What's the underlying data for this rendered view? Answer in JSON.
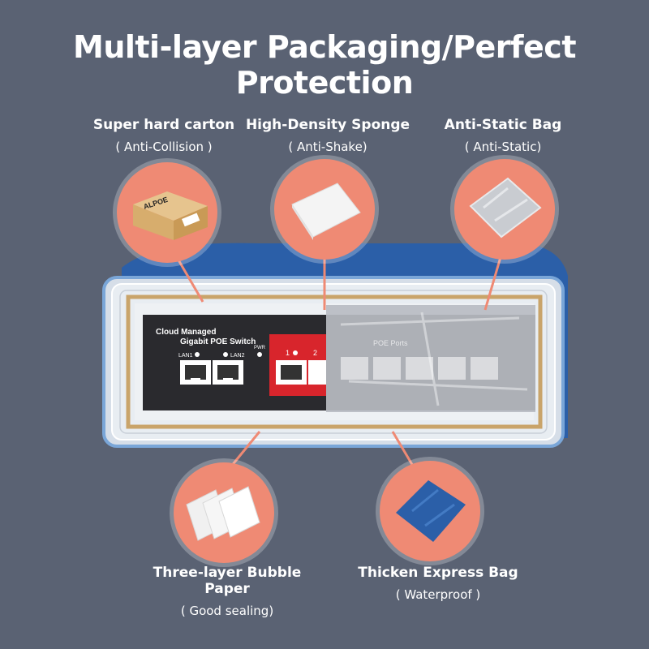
{
  "title": "Multi-layer Packaging/Perfect Protection",
  "layers": [
    {
      "name": "Super hard carton",
      "note": "( Anti-Collision )",
      "icon": "carton-box-icon"
    },
    {
      "name": "High-Density Sponge",
      "note": "( Anti-Shake)",
      "icon": "sponge-sheet-icon"
    },
    {
      "name": "Anti-Static Bag",
      "note": "( Anti-Static)",
      "icon": "anti-static-bag-icon"
    },
    {
      "name": "Three-layer Bubble Paper",
      "note": "( Good sealing)",
      "icon": "bubble-paper-icon"
    },
    {
      "name": "Thicken Express Bag",
      "note": "( Waterproof )",
      "icon": "express-bag-icon"
    }
  ],
  "carton_brand": "ALPOE",
  "device": {
    "line1": "Cloud Managed",
    "line2": "Gigabit POE Switch",
    "lan1": "LAN1",
    "lan2": "LAN2",
    "pwr": "PWR",
    "port1": "1",
    "port2": "2",
    "poe_ports": "POE Ports"
  },
  "colors": {
    "background": "#5a6273",
    "accent_circle": "#ef8a74",
    "express_bag_blue": "#2b5fa8"
  }
}
